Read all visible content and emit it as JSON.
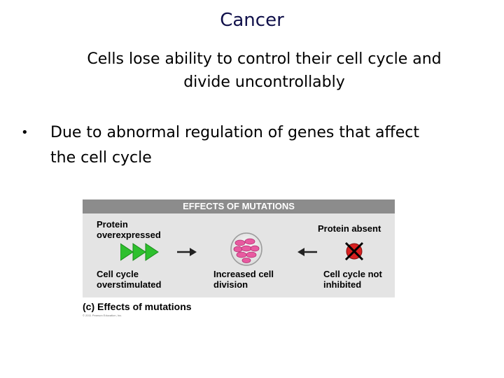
{
  "slide": {
    "title": "Cancer",
    "subtitle_line1": "Cells lose ability to control their cell cycle and",
    "subtitle_line2": "divide uncontrollably",
    "bullet_line1": "Due to abnormal regulation of genes that affect",
    "bullet_line2": "the cell cycle",
    "bullet_symbol": "•"
  },
  "figure": {
    "header": "EFFECTS OF MUTATIONS",
    "left_top_line1": "Protein",
    "left_top_line2": "overexpressed",
    "right_top": "Protein absent",
    "left_bottom_line1": "Cell cycle",
    "left_bottom_line2": "overstimulated",
    "center_bottom_line1": "Increased cell",
    "center_bottom_line2": "division",
    "right_bottom_line1": "Cell cycle not",
    "right_bottom_line2": "inhibited",
    "caption": "(c) Effects of mutations",
    "copyright": "© 2011 Pearson Education, Inc.",
    "colors": {
      "header_bg": "#8c8c8c",
      "panel_bg": "#e4e4e4",
      "green_arrows": "#2ec02e",
      "cell_pink": "#e85aa0",
      "red_x": "#d92020"
    },
    "icons": [
      "triple-green-arrow-icon",
      "right-arrow-icon",
      "dividing-cell-icon",
      "left-arrow-icon",
      "absent-protein-x-icon"
    ]
  }
}
